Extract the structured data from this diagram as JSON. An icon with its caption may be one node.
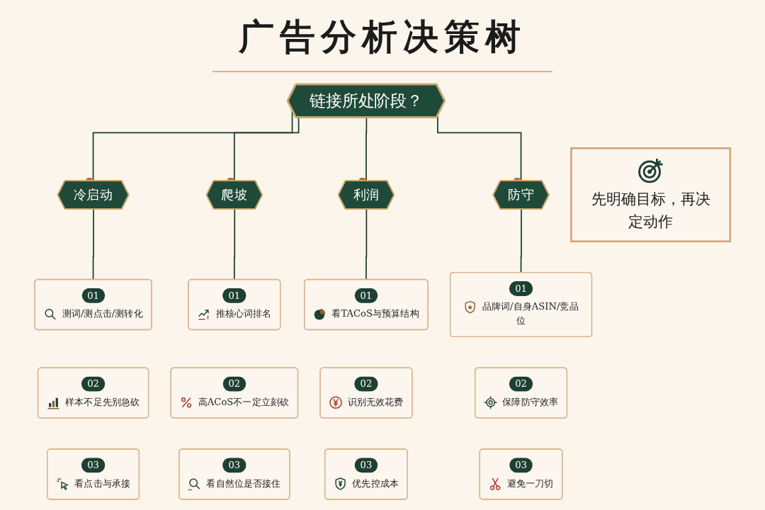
{
  "diagram": {
    "title": "广告分析决策树",
    "nodes": [
      {
        "text": [
          "链接所处阶段？"
        ]
      },
      {
        "text": [
          "冷启动"
        ]
      },
      {
        "text": [
          "爬坡"
        ]
      },
      {
        "text": [
          "利润"
        ]
      },
      {
        "text": [
          "防守"
        ]
      },
      {
        "text": [
          "01",
          "测词/测点击/测转化"
        ]
      },
      {
        "text": [
          "02",
          "样本不足先别急砍"
        ]
      },
      {
        "text": [
          "03",
          "看点击与承接"
        ]
      },
      {
        "text": [
          "01",
          "推核心词排名"
        ]
      },
      {
        "text": [
          "02",
          "高ACoS不一定立刻砍"
        ]
      },
      {
        "text": [
          "03",
          "看自然位是否接住"
        ]
      },
      {
        "text": [
          "01",
          "看TACoS与预算结构"
        ]
      },
      {
        "text": [
          "02",
          "识别无效花费"
        ]
      },
      {
        "text": [
          "03",
          "优先控成本"
        ]
      },
      {
        "text": [
          "01",
          "品牌词/自身ASIN/竞品位"
        ]
      },
      {
        "text": [
          "02",
          "保障防守效率"
        ]
      },
      {
        "text": [
          "03",
          "避免一刀切"
        ]
      },
      {
        "text": [
          "先明确目标，再决定动作"
        ]
      }
    ],
    "edges": [
      {
        "from": 0,
        "to": 1,
        "arrow": "other"
      },
      {
        "from": 0,
        "to": 2,
        "arrow": "other"
      },
      {
        "from": 0,
        "to": 3,
        "arrow": "other"
      },
      {
        "from": 0,
        "to": 4,
        "arrow": "other"
      },
      {
        "from": 1,
        "to": 5,
        "arrow": "none"
      },
      {
        "from": 2,
        "to": 8,
        "arrow": "none"
      },
      {
        "from": 3,
        "to": 11,
        "arrow": "none"
      },
      {
        "from": 4,
        "to": 14,
        "arrow": "none"
      }
    ]
  }
}
